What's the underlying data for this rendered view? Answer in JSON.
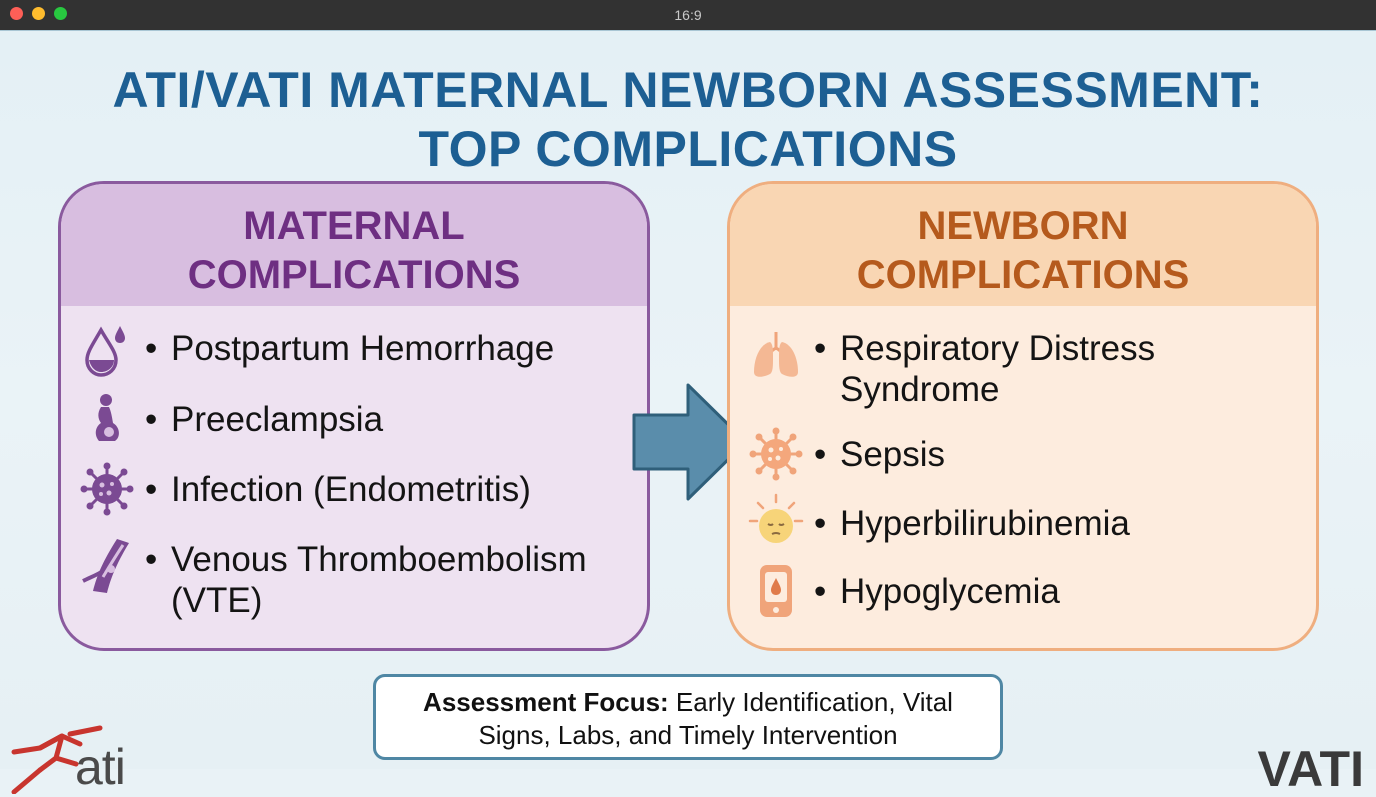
{
  "window": {
    "title": "16:9"
  },
  "slide": {
    "title_line1": "ATI/VATI MATERNAL NEWBORN ASSESSMENT:",
    "title_line2": "TOP COMPLICATIONS",
    "maternal": {
      "heading_line1": "MATERNAL",
      "heading_line2": "COMPLICATIONS",
      "items": [
        {
          "icon": "blood-drop-icon",
          "text": "Postpartum Hemorrhage"
        },
        {
          "icon": "pregnant-woman-icon",
          "text": "Preeclampsia"
        },
        {
          "icon": "virus-icon",
          "text": "Infection (Endometritis)"
        },
        {
          "icon": "blood-vessel-clot-icon",
          "text": "Venous Thromboembolism (VTE)"
        }
      ]
    },
    "newborn": {
      "heading_line1": "NEWBORN",
      "heading_line2": "COMPLICATIONS",
      "items": [
        {
          "icon": "lungs-icon",
          "text": "Respiratory Distress Syndrome"
        },
        {
          "icon": "bacteria-icon",
          "text": "Sepsis"
        },
        {
          "icon": "jaundiced-baby-icon",
          "text": "Hyperbilirubinemia"
        },
        {
          "icon": "glucometer-icon",
          "text": "Hypoglycemia"
        }
      ]
    },
    "bullet": "•",
    "focus": {
      "label": "Assessment Focus:",
      "text_line1": " Early Identification, Vital",
      "text_line2": "Signs, Labs, and Timely Intervention"
    },
    "logos": {
      "ati": "ati",
      "vati": "VATI"
    },
    "colors": {
      "title": "#1d5f93",
      "maternal_accent": "#8a5a9e",
      "newborn_accent": "#efae7f",
      "arrow": "#5a8dab"
    }
  }
}
